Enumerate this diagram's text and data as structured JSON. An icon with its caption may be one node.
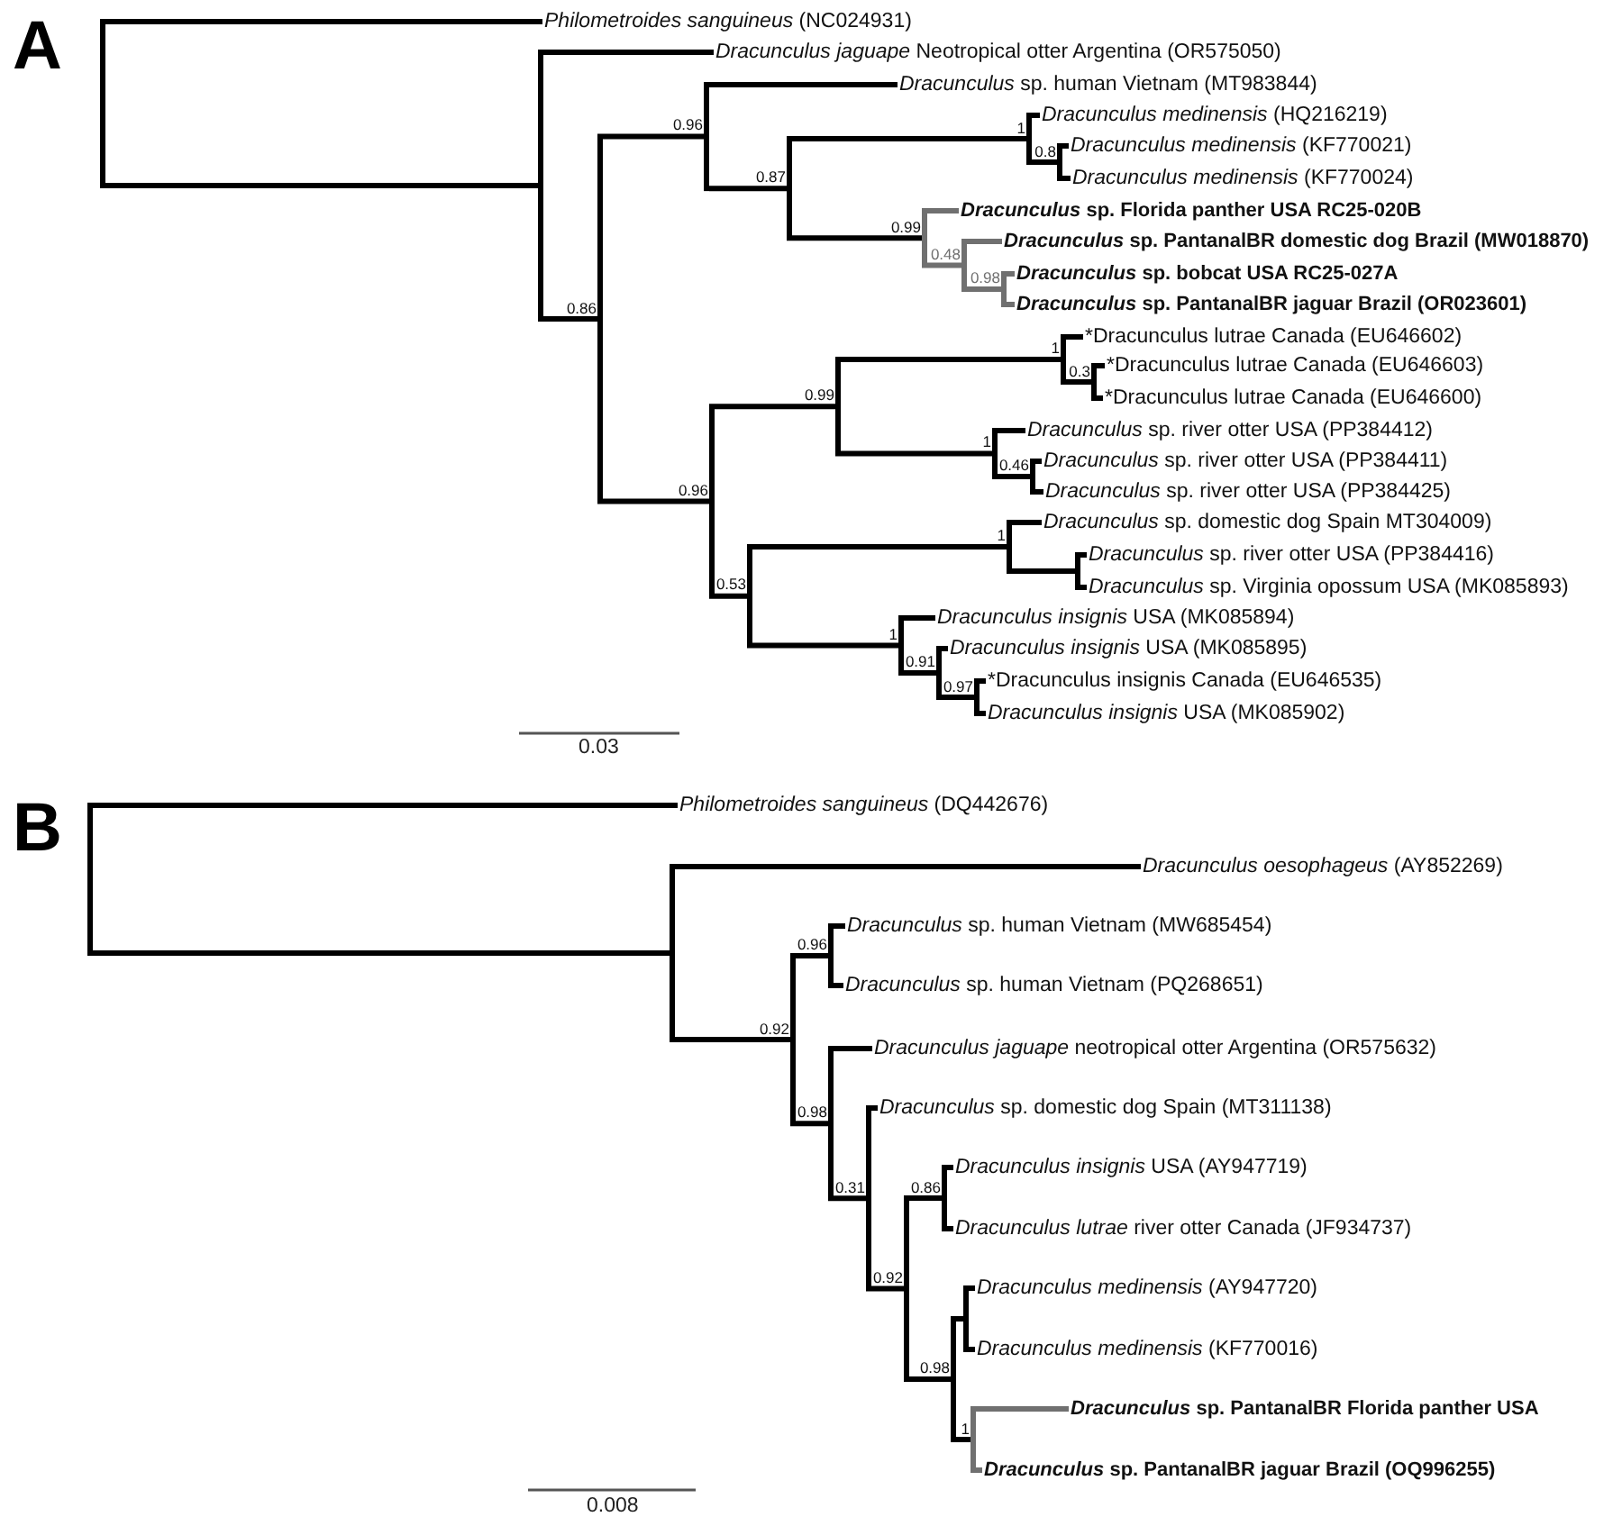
{
  "diagram": {
    "nodes": [
      {
        "text": [],
        "shape": "bar"
      },
      {
        "text": [
          "*Philometroides sanguineus* (NC024931)"
        ]
      },
      {
        "text": [],
        "shape": "bar"
      },
      {
        "text": [
          "*Dracunculus jaguape* Neotropical otter Argentina (OR575050)"
        ]
      },
      {
        "text": [],
        "shape": "bar",
        "beside": [
          "0.86"
        ]
      },
      {
        "text": [],
        "shape": "bar",
        "beside": [
          "0.96"
        ]
      },
      {
        "text": [
          "*Dracunculus* sp. human Vietnam (MT983844)"
        ]
      },
      {
        "text": [],
        "shape": "bar",
        "beside": [
          "0.87"
        ]
      },
      {
        "text": [],
        "shape": "bar",
        "beside": [
          "1"
        ]
      },
      {
        "text": [
          "*Dracunculus medinensis* (HQ216219)"
        ]
      },
      {
        "text": [],
        "shape": "bar",
        "beside": [
          "0.8"
        ]
      },
      {
        "text": [
          "*Dracunculus medinensis* (KF770021)"
        ]
      },
      {
        "text": [
          "*Dracunculus medinensis* (KF770024)"
        ]
      },
      {
        "text": [],
        "shape": "bar",
        "beside": [
          "0.99"
        ]
      },
      {
        "text": [
          "*Dracunculus* sp. Florida panther USA RC25-020B"
        ]
      },
      {
        "text": [],
        "shape": "bar",
        "beside": [
          "0.48"
        ]
      },
      {
        "text": [
          "*Dracunculus* sp. PantanalBR domestic dog Brazil (MW018870)"
        ]
      },
      {
        "text": [],
        "shape": "bar",
        "beside": [
          "0.98"
        ]
      },
      {
        "text": [
          "*Dracunculus* sp. bobcat USA RC25-027A"
        ]
      },
      {
        "text": [
          "*Dracunculus* sp. PantanalBR jaguar Brazil (OR023601)"
        ]
      },
      {
        "text": [],
        "shape": "bar",
        "beside": [
          "0.96"
        ]
      },
      {
        "text": [],
        "shape": "bar",
        "beside": [
          "0.99"
        ]
      },
      {
        "text": [],
        "shape": "bar",
        "beside": [
          "1"
        ]
      },
      {
        "text": [
          "*Dracunculus lutrae Canada (EU646602)"
        ]
      },
      {
        "text": [],
        "shape": "bar",
        "beside": [
          "0.3"
        ]
      },
      {
        "text": [
          "*Dracunculus lutrae Canada (EU646603)"
        ]
      },
      {
        "text": [
          "*Dracunculus lutrae Canada (EU646600)"
        ]
      },
      {
        "text": [],
        "shape": "bar",
        "beside": [
          "1"
        ]
      },
      {
        "text": [
          "*Dracunculus* sp. river otter USA (PP384412)"
        ]
      },
      {
        "text": [],
        "shape": "bar",
        "beside": [
          "0.46"
        ]
      },
      {
        "text": [
          "*Dracunculus* sp. river otter USA (PP384411)"
        ]
      },
      {
        "text": [
          "*Dracunculus* sp. river otter USA (PP384425)"
        ]
      },
      {
        "text": [],
        "shape": "bar",
        "beside": [
          "0.53"
        ]
      },
      {
        "text": [],
        "shape": "bar",
        "beside": [
          "1"
        ]
      },
      {
        "text": [
          "*Dracunculus* sp. domestic dog Spain MT304009)"
        ]
      },
      {
        "text": [],
        "shape": "bar"
      },
      {
        "text": [
          "*Dracunculus* sp. river otter USA (PP384416)"
        ]
      },
      {
        "text": [
          "*Dracunculus* sp. Virginia opossum USA (MK085893)"
        ]
      },
      {
        "text": [],
        "shape": "bar",
        "beside": [
          "1"
        ]
      },
      {
        "text": [
          "*Dracunculus insignis* USA (MK085894)"
        ]
      },
      {
        "text": [],
        "shape": "bar",
        "beside": [
          "0.91"
        ]
      },
      {
        "text": [
          "*Dracunculus insignis* USA (MK085895)"
        ]
      },
      {
        "text": [],
        "shape": "bar",
        "beside": [
          "0.97"
        ]
      },
      {
        "text": [
          "*Dracunculus insignis Canada (EU646535)"
        ]
      },
      {
        "text": [
          "*Dracunculus insignis* USA (MK085902)"
        ]
      },
      {
        "text": [],
        "shape": "bar"
      },
      {
        "text": [
          "*Philometroides sanguineus* (DQ442676)"
        ]
      },
      {
        "text": [],
        "shape": "bar"
      },
      {
        "text": [
          "*Dracunculus oesophageus* (AY852269)"
        ]
      },
      {
        "text": [],
        "shape": "bar",
        "beside": [
          "0.92"
        ]
      },
      {
        "text": [],
        "shape": "bar",
        "beside": [
          "0.96"
        ]
      },
      {
        "text": [
          "*Dracunculus* sp. human Vietnam (MW685454)"
        ]
      },
      {
        "text": [
          "*Dracunculus* sp. human Vietnam (PQ268651)"
        ]
      },
      {
        "text": [],
        "shape": "bar",
        "beside": [
          "0.98"
        ]
      },
      {
        "text": [
          "*Dracunculus jaguape* neotropical otter Argentina (OR575632)"
        ]
      },
      {
        "text": [],
        "shape": "bar",
        "beside": [
          "0.31"
        ]
      },
      {
        "text": [
          "*Dracunculus* sp. domestic dog Spain (MT311138)"
        ]
      },
      {
        "text": [],
        "shape": "bar",
        "beside": [
          "0.92"
        ]
      },
      {
        "text": [],
        "shape": "bar",
        "beside": [
          "0.86"
        ]
      },
      {
        "text": [
          "*Dracunculus insignis* USA (AY947719)"
        ]
      },
      {
        "text": [
          "*Dracunculus lutrae* river otter Canada (JF934737)"
        ]
      },
      {
        "text": [],
        "shape": "bar",
        "beside": [
          "0.98"
        ]
      },
      {
        "text": [],
        "shape": "bar"
      },
      {
        "text": [
          "*Dracunculus medinensis* (AY947720)"
        ]
      },
      {
        "text": [
          "*Dracunculus medinensis* (KF770016)"
        ]
      },
      {
        "text": [],
        "shape": "bar",
        "beside": [
          "1"
        ]
      },
      {
        "text": [
          "*Dracunculus* sp. PantanalBR Florida panther USA"
        ]
      },
      {
        "text": [
          "*Dracunculus* sp. PantanalBR jaguar Brazil (OQ996255)"
        ]
      }
    ],
    "edges": [
      {
        "from": 0,
        "to": 1,
        "arrow": "none"
      },
      {
        "from": 0,
        "to": 2,
        "arrow": "none"
      },
      {
        "from": 2,
        "to": 3,
        "arrow": "none"
      },
      {
        "from": 2,
        "to": 4,
        "arrow": "none"
      },
      {
        "from": 4,
        "to": 5,
        "arrow": "none"
      },
      {
        "from": 5,
        "to": 6,
        "arrow": "none"
      },
      {
        "from": 5,
        "to": 7,
        "arrow": "none"
      },
      {
        "from": 7,
        "to": 8,
        "arrow": "none"
      },
      {
        "from": 8,
        "to": 9,
        "arrow": "none"
      },
      {
        "from": 8,
        "to": 10,
        "arrow": "none"
      },
      {
        "from": 10,
        "to": 11,
        "arrow": "none"
      },
      {
        "from": 10,
        "to": 12,
        "arrow": "none"
      },
      {
        "from": 7,
        "to": 13,
        "arrow": "none"
      },
      {
        "from": 13,
        "to": 14,
        "arrow": "none",
        "color": "#707070"
      },
      {
        "from": 13,
        "to": 15,
        "arrow": "none",
        "color": "#707070"
      },
      {
        "from": 15,
        "to": 16,
        "arrow": "none",
        "color": "#707070"
      },
      {
        "from": 15,
        "to": 17,
        "arrow": "none",
        "color": "#707070"
      },
      {
        "from": 17,
        "to": 18,
        "arrow": "none",
        "color": "#707070"
      },
      {
        "from": 17,
        "to": 19,
        "arrow": "none",
        "color": "#707070"
      },
      {
        "from": 4,
        "to": 20,
        "arrow": "none"
      },
      {
        "from": 20,
        "to": 21,
        "arrow": "none"
      },
      {
        "from": 21,
        "to": 22,
        "arrow": "none"
      },
      {
        "from": 22,
        "to": 23,
        "arrow": "none"
      },
      {
        "from": 22,
        "to": 24,
        "arrow": "none"
      },
      {
        "from": 24,
        "to": 25,
        "arrow": "none"
      },
      {
        "from": 24,
        "to": 26,
        "arrow": "none"
      },
      {
        "from": 21,
        "to": 27,
        "arrow": "none"
      },
      {
        "from": 27,
        "to": 28,
        "arrow": "none"
      },
      {
        "from": 27,
        "to": 29,
        "arrow": "none"
      },
      {
        "from": 29,
        "to": 30,
        "arrow": "none"
      },
      {
        "from": 29,
        "to": 31,
        "arrow": "none"
      },
      {
        "from": 20,
        "to": 32,
        "arrow": "none"
      },
      {
        "from": 32,
        "to": 33,
        "arrow": "none"
      },
      {
        "from": 33,
        "to": 34,
        "arrow": "none"
      },
      {
        "from": 33,
        "to": 35,
        "arrow": "none"
      },
      {
        "from": 35,
        "to": 36,
        "arrow": "none"
      },
      {
        "from": 35,
        "to": 37,
        "arrow": "none"
      },
      {
        "from": 32,
        "to": 38,
        "arrow": "none"
      },
      {
        "from": 38,
        "to": 39,
        "arrow": "none"
      },
      {
        "from": 38,
        "to": 40,
        "arrow": "none"
      },
      {
        "from": 40,
        "to": 41,
        "arrow": "none"
      },
      {
        "from": 40,
        "to": 42,
        "arrow": "none"
      },
      {
        "from": 42,
        "to": 43,
        "arrow": "none"
      },
      {
        "from": 42,
        "to": 44,
        "arrow": "none"
      },
      {
        "from": 45,
        "to": 46,
        "arrow": "none"
      },
      {
        "from": 45,
        "to": 47,
        "arrow": "none"
      },
      {
        "from": 47,
        "to": 48,
        "arrow": "none"
      },
      {
        "from": 47,
        "to": 49,
        "arrow": "none"
      },
      {
        "from": 49,
        "to": 50,
        "arrow": "none"
      },
      {
        "from": 50,
        "to": 51,
        "arrow": "none"
      },
      {
        "from": 50,
        "to": 52,
        "arrow": "none"
      },
      {
        "from": 49,
        "to": 53,
        "arrow": "none"
      },
      {
        "from": 53,
        "to": 54,
        "arrow": "none"
      },
      {
        "from": 53,
        "to": 55,
        "arrow": "none"
      },
      {
        "from": 55,
        "to": 56,
        "arrow": "none"
      },
      {
        "from": 55,
        "to": 57,
        "arrow": "none"
      },
      {
        "from": 57,
        "to": 58,
        "arrow": "none"
      },
      {
        "from": 58,
        "to": 59,
        "arrow": "none"
      },
      {
        "from": 58,
        "to": 60,
        "arrow": "none"
      },
      {
        "from": 57,
        "to": 61,
        "arrow": "none"
      },
      {
        "from": 61,
        "to": 62,
        "arrow": "none"
      },
      {
        "from": 62,
        "to": 63,
        "arrow": "none"
      },
      {
        "from": 62,
        "to": 64,
        "arrow": "none"
      },
      {
        "from": 61,
        "to": 65,
        "arrow": "none"
      },
      {
        "from": 65,
        "to": 66,
        "arrow": "none",
        "color": "#707070"
      },
      {
        "from": 65,
        "to": 67,
        "arrow": "none",
        "color": "#707070"
      }
    ],
    "labels": [
      "A",
      "0.03",
      "B",
      "0.008"
    ]
  }
}
